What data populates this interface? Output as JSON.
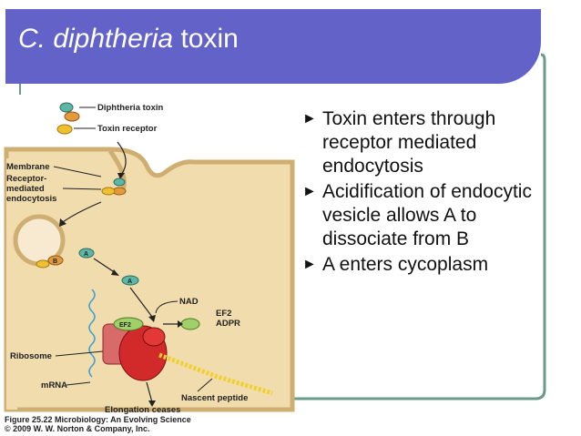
{
  "slide": {
    "title_italic": "C. diphtheria",
    "title_rest": " toxin",
    "bullets": [
      "Toxin enters through receptor mediated endocytosis",
      "Acidification of endocytic vesicle allows A to dissociate from B",
      "A enters cycoplasm"
    ],
    "colors": {
      "title_bar": "#6262c9",
      "frame": "#6a9a8a",
      "cell": "#f1dcad",
      "membrane": "#cfae72"
    }
  },
  "figure": {
    "labels": {
      "toxin": "Diphtheria toxin",
      "receptor": "Toxin receptor",
      "membrane": "Membrane",
      "endocytosis_1": "Receptor-",
      "endocytosis_2": "mediated",
      "endocytosis_3": "endocytosis",
      "nad": "NAD",
      "ef2": "EF2",
      "adpr": "ADPR",
      "ribosome": "Ribosome",
      "mrna": "mRNA",
      "nascent": "Nascent peptide",
      "elongation": "Elongation ceases",
      "sub_a": "A",
      "sub_b": "B",
      "ef2_inner": "EF2"
    },
    "caption_line1": "Figure 25.22 Microbiology: An Evolving Science",
    "caption_line2": "© 2009 W. W. Norton & Company, Inc."
  }
}
